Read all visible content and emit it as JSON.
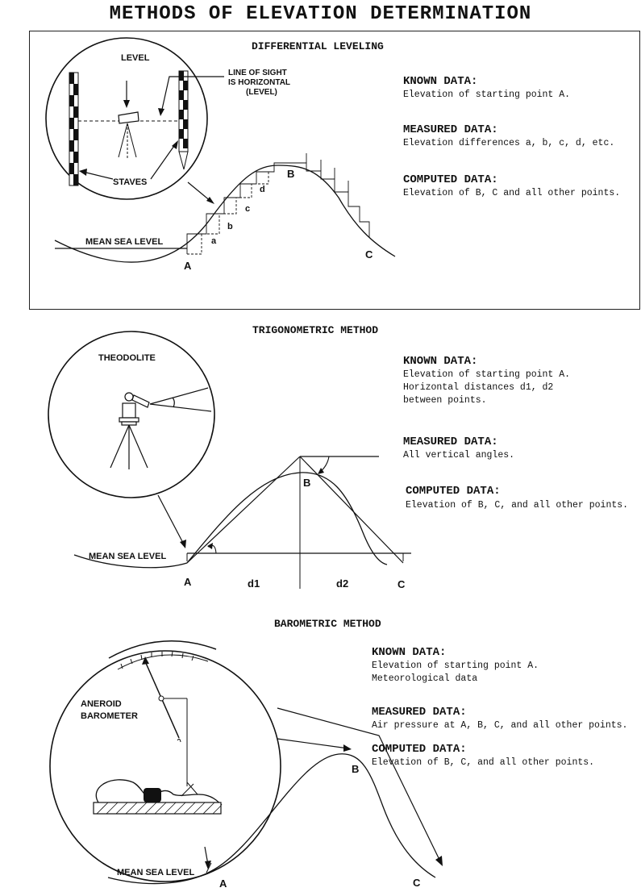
{
  "title": "METHODS OF ELEVATION DETERMINATION",
  "panels": {
    "leveling": {
      "title": "DIFFERENTIAL LEVELING",
      "labels": {
        "level": "LEVEL",
        "line_of_sight_1": "LINE OF SIGHT",
        "line_of_sight_2": "IS HORIZONTAL",
        "line_of_sight_3": "(LEVEL)",
        "staves": "STAVES",
        "msl": "MEAN SEA LEVEL",
        "A": "A",
        "B": "B",
        "C": "C",
        "a": "a",
        "b": "b",
        "c": "c",
        "d": "d"
      },
      "known_heading": "KNOWN DATA:",
      "known_lines": [
        "Elevation of starting point A."
      ],
      "measured_heading": "MEASURED DATA:",
      "measured_lines": [
        "Elevation differences a, b, c, d, etc."
      ],
      "computed_heading": "COMPUTED DATA:",
      "computed_lines": [
        "Elevation of B, C and all other points."
      ]
    },
    "trig": {
      "title": "TRIGONOMETRIC METHOD",
      "labels": {
        "theodolite": "THEODOLITE",
        "msl": "MEAN SEA LEVEL",
        "A": "A",
        "B": "B",
        "C": "C",
        "d1": "d1",
        "d2": "d2"
      },
      "known_heading": "KNOWN DATA:",
      "known_lines": [
        "Elevation of starting point A.",
        "Horizontal distances d1, d2",
        "between points."
      ],
      "measured_heading": "MEASURED DATA:",
      "measured_lines": [
        "All vertical angles."
      ],
      "computed_heading": "COMPUTED DATA:",
      "computed_lines": [
        "Elevation of B, C, and all other points."
      ]
    },
    "baro": {
      "title": "BAROMETRIC METHOD",
      "labels": {
        "aneroid_1": "ANEROID",
        "aneroid_2": "BAROMETER",
        "msl": "MEAN SEA LEVEL",
        "A": "A",
        "B": "B",
        "C": "C"
      },
      "known_heading": "KNOWN DATA:",
      "known_lines": [
        "Elevation of starting point A.",
        "Meteorological data"
      ],
      "measured_heading": "MEASURED DATA:",
      "measured_lines": [
        "Air pressure at A, B, C, and all other points."
      ],
      "computed_heading": "COMPUTED DATA:",
      "computed_lines": [
        "Elevation of B, C, and all other points."
      ]
    }
  }
}
